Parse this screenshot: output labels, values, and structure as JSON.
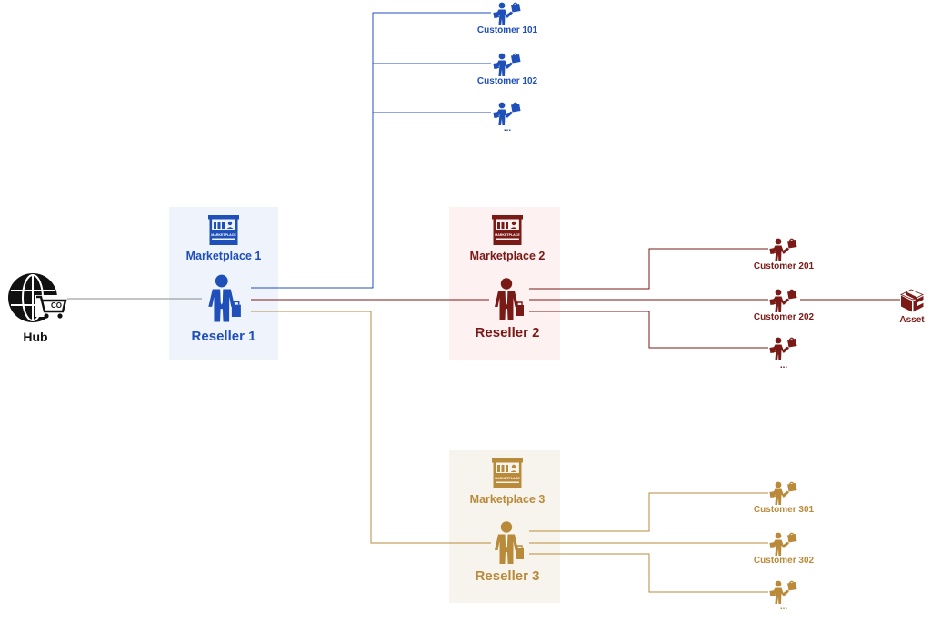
{
  "colors": {
    "blue": "#1f4fb8",
    "red": "#7a1a17",
    "gold": "#b98a3a",
    "black": "#111111",
    "panel_blue": "#eef3fc",
    "panel_red": "#fdf1f1",
    "panel_gold": "#f7f4ee"
  },
  "hub": {
    "label": "Hub",
    "icon": "globe-cart-icon"
  },
  "resellers": [
    {
      "id": "r1",
      "label": "Reseller 1",
      "marketplace": "Marketplace 1",
      "stall_text": "MARKETPLACE",
      "color_key": "blue",
      "customers": [
        "Customer 101",
        "Customer 102",
        "..."
      ]
    },
    {
      "id": "r2",
      "label": "Reseller 2",
      "marketplace": "Marketplace 2",
      "stall_text": "MARKETPLACE",
      "color_key": "red",
      "customers": [
        "Customer 201",
        "Customer 202",
        "..."
      ]
    },
    {
      "id": "r3",
      "label": "Reseller 3",
      "marketplace": "Marketplace 3",
      "stall_text": "MARKETPLACE",
      "color_key": "gold",
      "customers": [
        "Customer 301",
        "Customer 302",
        "..."
      ]
    }
  ],
  "asset": {
    "label": "Asset",
    "icon": "asset-cube-icon"
  }
}
